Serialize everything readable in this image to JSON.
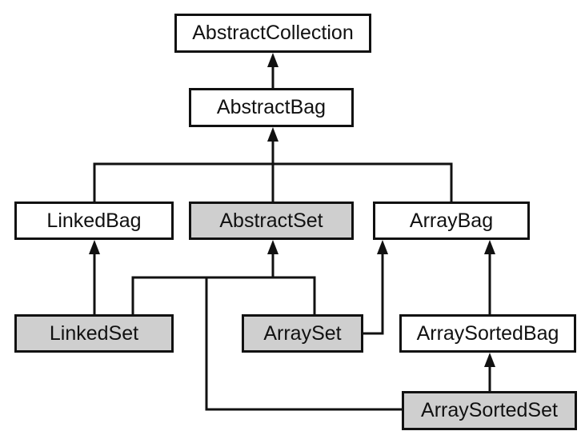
{
  "diagram": {
    "colors": {
      "line": "#111111",
      "box_border": "#111111",
      "white_fill": "#ffffff",
      "gray_fill": "#cfcfcf"
    },
    "nodes": [
      {
        "id": "abstract-collection",
        "label": "AbstractCollection",
        "fill": "white"
      },
      {
        "id": "abstract-bag",
        "label": "AbstractBag",
        "fill": "white"
      },
      {
        "id": "linked-bag",
        "label": "LinkedBag",
        "fill": "white"
      },
      {
        "id": "abstract-set",
        "label": "AbstractSet",
        "fill": "gray"
      },
      {
        "id": "array-bag",
        "label": "ArrayBag",
        "fill": "white"
      },
      {
        "id": "linked-set",
        "label": "LinkedSet",
        "fill": "gray"
      },
      {
        "id": "array-set",
        "label": "ArraySet",
        "fill": "gray"
      },
      {
        "id": "array-sorted-bag",
        "label": "ArraySortedBag",
        "fill": "white"
      },
      {
        "id": "array-sorted-set",
        "label": "ArraySortedSet",
        "fill": "gray"
      }
    ],
    "edges": [
      {
        "from": "abstract-bag",
        "to": "abstract-collection"
      },
      {
        "from": "linked-bag",
        "to": "abstract-bag"
      },
      {
        "from": "abstract-set",
        "to": "abstract-bag"
      },
      {
        "from": "array-bag",
        "to": "abstract-bag"
      },
      {
        "from": "linked-set",
        "to": "linked-bag"
      },
      {
        "from": "linked-set",
        "to": "abstract-set"
      },
      {
        "from": "array-set",
        "to": "abstract-set"
      },
      {
        "from": "array-set",
        "to": "array-bag"
      },
      {
        "from": "array-sorted-bag",
        "to": "array-bag"
      },
      {
        "from": "array-sorted-set",
        "to": "array-sorted-bag"
      },
      {
        "from": "array-sorted-set",
        "to": "abstract-set"
      }
    ]
  }
}
